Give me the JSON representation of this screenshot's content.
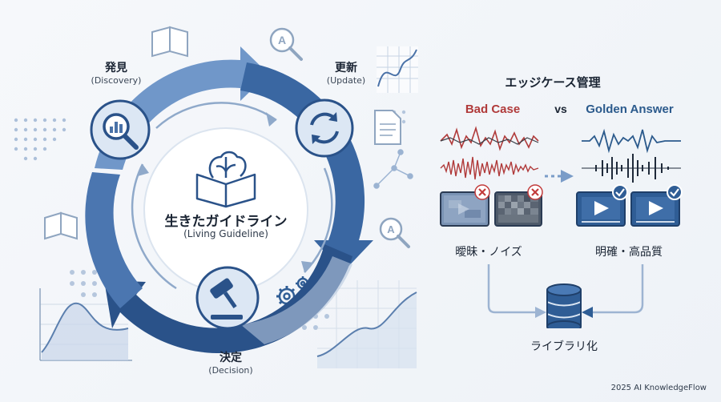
{
  "cycle": {
    "center": {
      "title": "生きたガイドライン",
      "subtitle": "(Living Guideline)"
    },
    "steps": [
      {
        "title": "発見",
        "subtitle": "(Discovery)"
      },
      {
        "title": "更新",
        "subtitle": "(Update)"
      },
      {
        "title": "決定",
        "subtitle": "(Decision)"
      }
    ]
  },
  "edge_cases": {
    "title": "エッジケース管理",
    "bad_label": "Bad Case",
    "vs_label": "vs",
    "good_label": "Golden Answer",
    "bad_caption": "曖昧・ノイズ",
    "good_caption": "明確・高品質",
    "library_label": "ライブラリ化",
    "colors": {
      "bad": "#b03a3a",
      "good": "#2b5a8c"
    }
  },
  "footer": "2025 AI KnowledgeFlow"
}
